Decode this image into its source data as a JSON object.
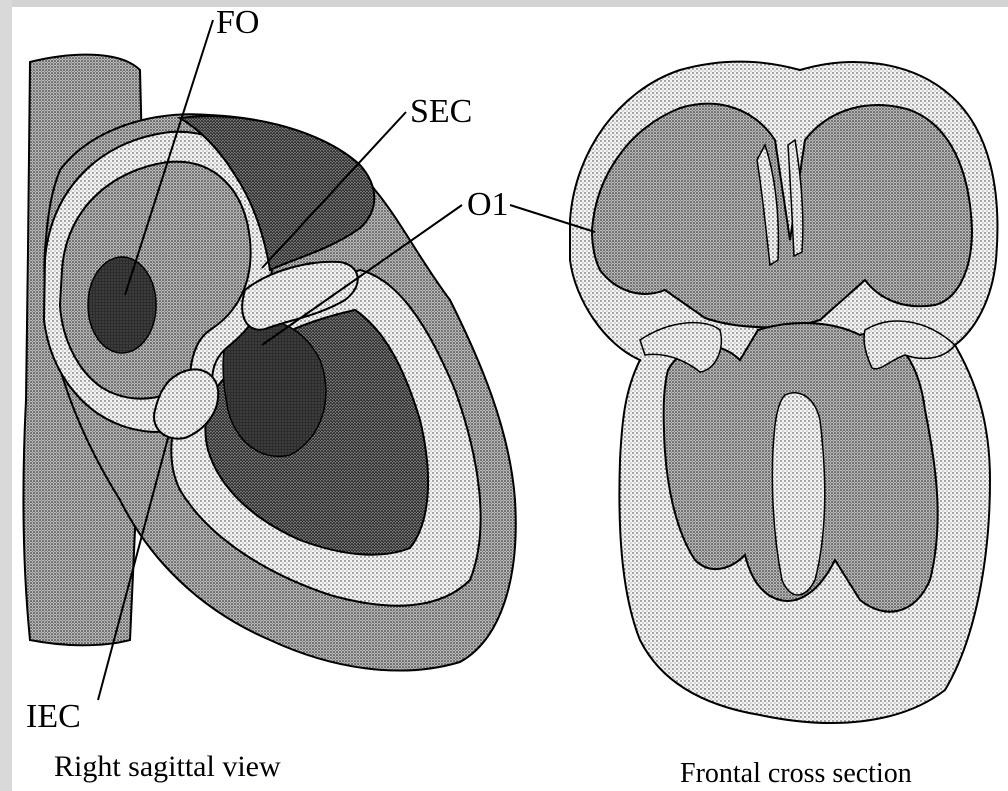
{
  "labels": {
    "fo": "FO",
    "sec": "SEC",
    "o1": "O1",
    "iec": "IEC"
  },
  "captions": {
    "left_view": "Right sagittal view",
    "right_view": "Frontal cross section"
  },
  "colors": {
    "background": "#ffffff",
    "frame_gray": "#d6d6d6",
    "light_stipple": "#cfcfcf",
    "medium_stipple": "#8a8a8a",
    "dark_stipple": "#3a3a3a",
    "outline": "#000000"
  }
}
